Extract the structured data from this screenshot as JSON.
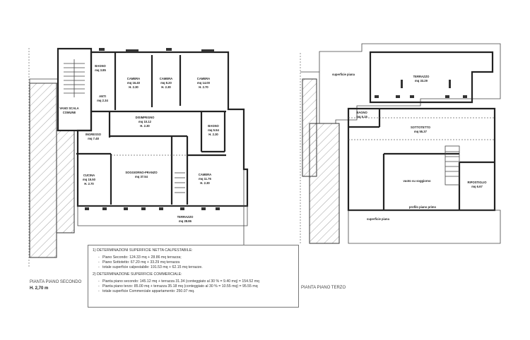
{
  "left_plan": {
    "title": "PIANTA PIANO SECONDO",
    "height": "H. 2,70 m",
    "rooms": [
      {
        "name": "BAGNO",
        "area": "mq 3.85",
        "h": ""
      },
      {
        "name": "CAMERA",
        "area": "mq 16.40",
        "h": "H. 2.30"
      },
      {
        "name": "CAMERA",
        "area": "mq 8.20",
        "h": "H. 2.30"
      },
      {
        "name": "CAMERA",
        "area": "mq 14.00",
        "h": "H. 2.70"
      },
      {
        "name": "ANTI",
        "area": "mq 2.34",
        "h": ""
      },
      {
        "name": "VANO SCALA",
        "area": "COMUNE",
        "h": ""
      },
      {
        "name": "DISIMPEGNO",
        "area": "mq 10.12",
        "h": "H. 2.30"
      },
      {
        "name": "BAGNO",
        "area": "mq 5.54",
        "h": "H. 2.30"
      },
      {
        "name": "INGRESSO",
        "area": "mq 7.48",
        "h": ""
      },
      {
        "name": "CUCINA",
        "area": "mq 15.50",
        "h": "H. 2.70"
      },
      {
        "name": "SOGGIORNO-PRANZO",
        "area": "mq 37.54",
        "h": ""
      },
      {
        "name": "CAMERA",
        "area": "mq 11.76",
        "h": "H. 2.30"
      },
      {
        "name": "TERRAZZO",
        "area": "mq 28.86",
        "h": ""
      }
    ]
  },
  "right_plan": {
    "title": "PIANTA PIANO TERZO",
    "rooms": [
      {
        "name": "superficie piana",
        "area": ""
      },
      {
        "name": "TERRAZZO",
        "area": "mq 33.29"
      },
      {
        "name": "BAGNO",
        "area": "mq 5.15"
      },
      {
        "name": "SOTTOTETTO",
        "area": "mq 55.37"
      },
      {
        "name": "vuoto su soggiorno",
        "area": ""
      },
      {
        "name": "RIPOSTIGLIO",
        "area": "mq 6.67"
      },
      {
        "name": "profilo piano primo",
        "area": ""
      },
      {
        "name": "superficie piana",
        "area": ""
      }
    ]
  },
  "notes": {
    "section1_title": "1)   DETERMINAZIONI SUPERFICIE NETTA CALPESTABILE:",
    "section1_items": [
      "Piano Secondo: 124.33 mq + 28.86 mq terrazza;",
      "Piano Sottotetto: 67.20 mq + 33.29 mq terrazza",
      "totale superficie calpestabile: 191.53 mq + 62.15 mq terrazze."
    ],
    "section2_title": "2) DETERMINAZIONE SUPERFICIE COMMERCIALE:",
    "section2_items": [
      "Pianta piano secondo: 145.12 mq + terrazza 31.34 (conteggiato al 30 % = 9.40 mq) = 154.52 mq",
      "Pianta piano terzo: 85.00 mq + terrazza 35.18 mq (conteggiato al 30 % = 10.55 mq) = 95.55 mq",
      "totale superficie Commerciale appartamento: 250.07 mq."
    ]
  }
}
